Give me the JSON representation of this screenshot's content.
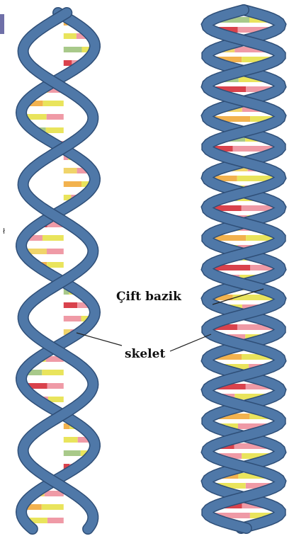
{
  "labels": {
    "base_pair": "Çift bazik",
    "backbone": "skelet"
  },
  "colors": {
    "backbone": "#4f78a8",
    "backbone_edge": "#2f4f78",
    "rung_palette": [
      "#f2b24e",
      "#e9e45c",
      "#a8c98a",
      "#d9424c",
      "#ef9aa6",
      "#f0d46a"
    ],
    "corner_mark": "#6f70a8"
  },
  "icons": {
    "corner_mark": "purple-tab-mark",
    "stray_mark": "small-dagger-mark"
  }
}
